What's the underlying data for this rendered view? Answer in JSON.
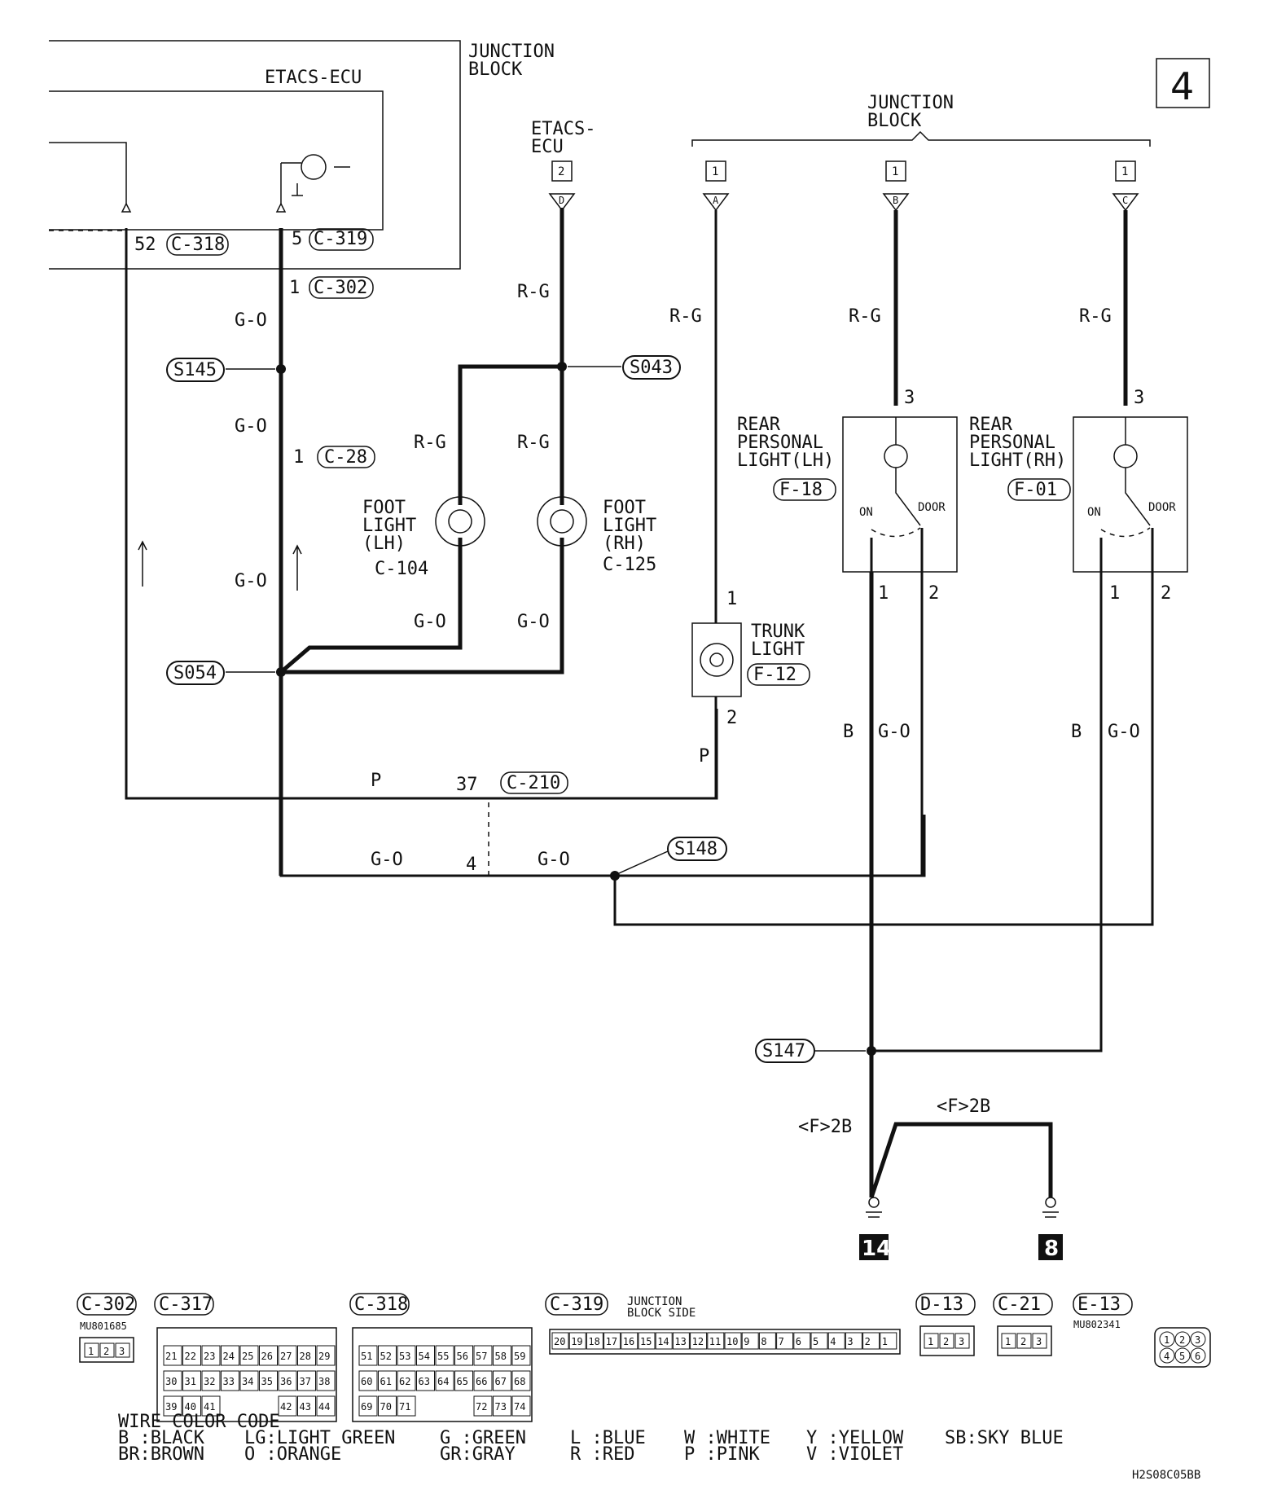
{
  "page_number": "4",
  "top_block": {
    "title": "JUNCTION\nBLOCK",
    "ecu_label": "ETACS-ECU"
  },
  "right_block": {
    "title": "JUNCTION\nBLOCK"
  },
  "etacs_ecu_label": "ETACS-\nECU",
  "terminals": {
    "t52": "52",
    "c318": "C-318",
    "t5": "5",
    "c319": "C-319",
    "t1a": "1",
    "c302": "C-302",
    "t1b": "1",
    "c28": "C-28",
    "t37": "37",
    "c210": "C-210",
    "t4": "4"
  },
  "connector_boxes": {
    "etacs": "2",
    "jb_a": "1",
    "jb_b": "1",
    "jb_c": "1"
  },
  "connector_letters": {
    "etacs": "D",
    "jb_a": "A",
    "jb_b": "B",
    "jb_c": "C"
  },
  "wire_labels": {
    "go1": "G-O",
    "go2": "G-O",
    "go3": "G-O",
    "go4": "G-O",
    "go5": "G-O",
    "go6": "G-O",
    "go7": "G-O",
    "go8": "G-O",
    "go9": "G-O",
    "rg1": "R-G",
    "rg2": "R-G",
    "rg3": "R-G",
    "rg4": "R-G",
    "rg5": "R-G",
    "rg6": "R-G",
    "p1": "P",
    "p2": "P",
    "b1": "B",
    "b2": "B",
    "gnd1": "<F>2B",
    "gnd2": "<F>2B"
  },
  "splices": {
    "s145": "S145",
    "s043": "S043",
    "s054": "S054",
    "s148": "S148",
    "s147": "S147"
  },
  "components": {
    "foot_lh": {
      "name": "FOOT\nLIGHT\n(LH)",
      "conn": "C-104"
    },
    "foot_rh": {
      "name": "FOOT\nLIGHT\n(RH)",
      "conn": "C-125"
    },
    "trunk": {
      "name": "TRUNK\nLIGHT",
      "conn": "F-12",
      "pin_top": "1",
      "pin_bot": "2"
    },
    "rear_lh": {
      "name": "REAR\nPERSONAL\nLIGHT(LH)",
      "conn": "F-18",
      "on": "ON",
      "door": "DOOR",
      "pin3": "3",
      "pin1": "1",
      "pin2": "2"
    },
    "rear_rh": {
      "name": "REAR\nPERSONAL\nLIGHT(RH)",
      "conn": "F-01",
      "on": "ON",
      "door": "DOOR",
      "pin3": "3",
      "pin1": "1",
      "pin2": "2"
    }
  },
  "grounds": {
    "g14": "14",
    "g8": "8"
  },
  "connector_legend": {
    "c302": {
      "name": "C-302",
      "part": "MU801685",
      "pins": [
        "1",
        "2",
        "3"
      ]
    },
    "c317": {
      "name": "C-317",
      "rows": [
        [
          "21",
          "22",
          "23",
          "24",
          "25",
          "26",
          "27",
          "28",
          "29"
        ],
        [
          "30",
          "31",
          "32",
          "33",
          "34",
          "35",
          "36",
          "37",
          "38"
        ],
        [
          "39",
          "40",
          "41",
          "",
          "",
          "",
          "42",
          "43",
          "44"
        ]
      ]
    },
    "c318": {
      "name": "C-318",
      "rows": [
        [
          "51",
          "52",
          "53",
          "54",
          "55",
          "56",
          "57",
          "58",
          "59"
        ],
        [
          "60",
          "61",
          "62",
          "63",
          "64",
          "65",
          "66",
          "67",
          "68"
        ],
        [
          "69",
          "70",
          "71",
          "",
          "",
          "",
          "72",
          "73",
          "74"
        ]
      ]
    },
    "c319": {
      "name": "C-319",
      "side": "JUNCTION\nBLOCK SIDE",
      "pins": [
        "20",
        "19",
        "18",
        "17",
        "16",
        "15",
        "14",
        "13",
        "12",
        "11",
        "10",
        "9",
        "8",
        "7",
        "6",
        "5",
        "4",
        "3",
        "2",
        "1"
      ]
    },
    "d13": {
      "name": "D-13",
      "pins": [
        "1",
        "2",
        "3"
      ]
    },
    "c21": {
      "name": "C-21",
      "pins": [
        "1",
        "2",
        "3"
      ]
    },
    "e13": {
      "name": "E-13",
      "part": "MU802341",
      "pins": [
        "1",
        "2",
        "3",
        "4",
        "5",
        "6"
      ]
    }
  },
  "wire_color_code": {
    "title": "WIRE COLOR CODE",
    "entries": [
      "B :BLACK",
      "BR:BROWN",
      "LG:LIGHT GREEN",
      "O :ORANGE",
      "G :GREEN",
      "GR:GRAY",
      "L :BLUE",
      "R :RED",
      "W :WHITE",
      "P :PINK",
      "Y :YELLOW",
      "V :VIOLET",
      "SB:SKY BLUE"
    ]
  },
  "drawing_code": "H2S08C05BB"
}
